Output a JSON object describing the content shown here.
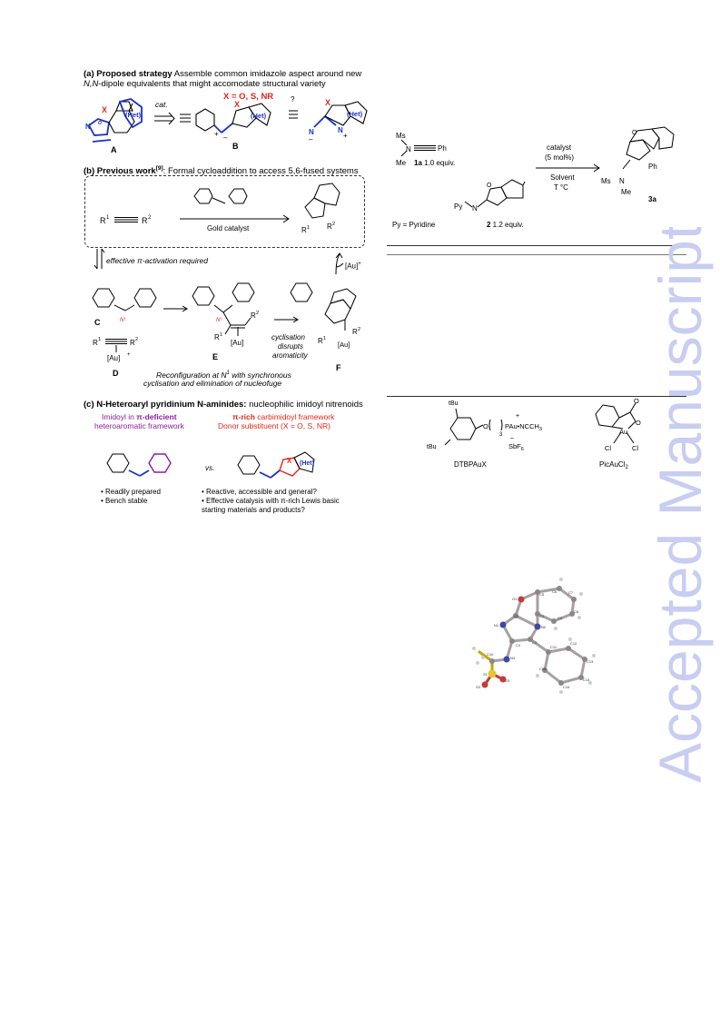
{
  "panel_a": {
    "heading_bold": "(a) Proposed strategy",
    "heading_rest": "Assemble common imidazole aspect around new",
    "heading_line2_ital": "N,N",
    "heading_line2_rest": "-dipole equivalents that might accomodate structural variety",
    "x_def": "X = O, S, NR",
    "cat_label": "cat.",
    "label_A": "A",
    "label_B": "B",
    "het": "(Het)",
    "question": "?",
    "atom_X": "X",
    "atom_N": "N",
    "atom_o": "o",
    "minus": "–",
    "plus": "+"
  },
  "panel_b": {
    "heading_bold": "(b) Previous work",
    "ref": "[9]",
    "heading_rest": ": Formal cycloaddition to access 5,6-fused systems",
    "r1": "R",
    "r2": "R",
    "sup1": "1",
    "sup2": "2",
    "gold_catalyst": "Gold catalyst",
    "effective": "effective π-activation required",
    "au_plus": "[Au]",
    "au": "[Au]",
    "label_C": "C",
    "label_D": "D",
    "label_E": "E",
    "label_F": "F",
    "n1": "N¹",
    "cyclisation_1": "cyclisation",
    "cyclisation_2": "disrupts",
    "cyclisation_3": "aromaticity",
    "reconfig_1": "Reconfiguration at N",
    "reconfig_sup": "1",
    "reconfig_2": " with synchronous",
    "reconfig_3": "cyclisation and elimination of nucleofuge"
  },
  "panel_c": {
    "heading_bold": "(c) N-Heteroaryl pyridinium N-aminides:",
    "heading_rest": "nucleophilic imidoyl nitrenoids",
    "left_1a": "Imidoyl in ",
    "left_1b": "π-deficient",
    "left_2": "heteroaromatic framework",
    "right_1a": "π-rich",
    "right_1b": " carbimidoyl framework",
    "right_2": "Donor substituent (X = O, S, NR)",
    "vs": "vs.",
    "bullets_left": [
      "• Readily prepared",
      "• Bench stable"
    ],
    "bullets_right": [
      "• Reactive, accessible and general?",
      "• Effective catalysis with π-rich Lewis basic",
      "starting materials and products?"
    ]
  },
  "scheme_right": {
    "ms": "Ms",
    "me": "Me",
    "n": "N",
    "ph": "Ph",
    "reagent_1a_bold": "1a",
    "reagent_1a_rest": " 1.0 equiv.",
    "py": "Py",
    "reagent_2_bold": "2",
    "reagent_2_rest": " 1.2 equiv.",
    "py_def": "Py = Pyridine",
    "catalyst": "catalyst",
    "mol": "(5 mol%)",
    "solvent": "Solvent",
    "temp": "T °C",
    "product_ms": "Ms",
    "product_me": "Me",
    "product_ph": "Ph",
    "product_label": "3a",
    "o": "O"
  },
  "catalysts": {
    "tbu_top": "tBu",
    "tbu_left": "tBu",
    "pau": "PAu•NCCH",
    "pau_sub": "3",
    "sbf6": "SbF",
    "sbf6_sub": "6",
    "dtbpaux": "DTBPAuX",
    "picaucl2": "PicAuCl",
    "pic_sub": "2",
    "au": "Au",
    "cl1": "Cl",
    "cl2": "Cl",
    "o": "O",
    "three": "3"
  },
  "crystal": {
    "atoms": [
      "O1",
      "C1",
      "N1",
      "C2",
      "N3",
      "C10",
      "S1",
      "O2",
      "O3",
      "N2",
      "C3",
      "C4",
      "C5",
      "C6",
      "C7",
      "C8",
      "C9",
      "C11",
      "C12",
      "C13",
      "C14",
      "C15",
      "C16"
    ]
  },
  "watermark": "Accepted Manuscript",
  "colors": {
    "red": "#e0261b",
    "blue": "#1a32c7",
    "purple": "#8a1d9e",
    "watermark": "#c9cdf2"
  }
}
